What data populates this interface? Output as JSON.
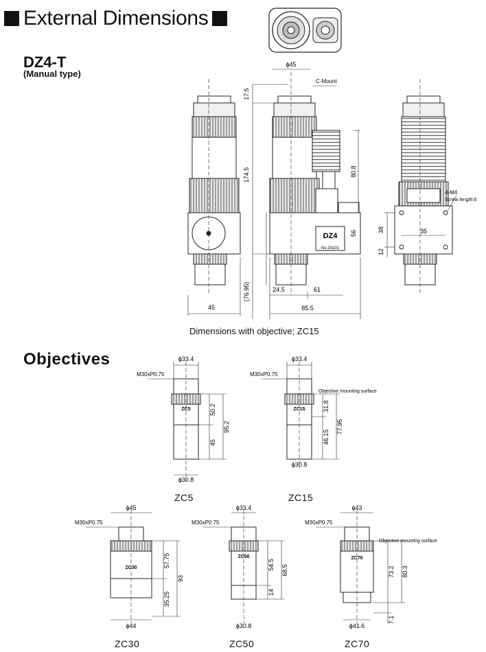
{
  "header": {
    "title": "External Dimensions"
  },
  "product": {
    "model": "DZ4-T",
    "type": "(Manual type)"
  },
  "dz4_drawing": {
    "labels": {
      "phi45": "ϕ45",
      "cmount": "C-Mount",
      "d17_5": "17.5",
      "d174_5": "174.5",
      "d80_8": "80.8",
      "d56": "56",
      "d76_95": "(76.95)",
      "d24_5": "24.5",
      "d61": "61",
      "d85_5": "85.5",
      "d45": "45",
      "m4": "4-M4",
      "screw": "Screw length:6",
      "d38": "38",
      "d35": "35",
      "d12": "12",
      "dz4_badge": "DZ4",
      "serial": "No.20101"
    },
    "caption": "Dimensions with objective; ZC15"
  },
  "objectives_title": "Objectives",
  "objectives": {
    "zc5": {
      "name": "ZC5",
      "top_dia": "ϕ33.4",
      "thread": "M30xP0.75",
      "d1": "50.2",
      "d2": "45",
      "total": "95.2",
      "bottom_dia": "ϕ30.8",
      "badge": "ZC5"
    },
    "zc15": {
      "name": "ZC15",
      "top_dia": "ϕ33.4",
      "thread": "M30xP0.75",
      "surface": "Objective mounting surface",
      "d1": "31.8",
      "d2": "46.15",
      "total": "77.95",
      "bottom_dia": "ϕ30.8",
      "badge": "ZC15"
    },
    "zc30": {
      "name": "ZC30",
      "top_dia": "ϕ45",
      "thread": "M30xP0.75",
      "d1": "57.75",
      "d2": "35.25",
      "total": "93",
      "bottom_dia": "ϕ44",
      "badge": "ZC30"
    },
    "zc50": {
      "name": "ZC50",
      "top_dia": "ϕ33.4",
      "thread": "M30xP0.75",
      "d1": "54.5",
      "d2": "14",
      "total": "68.5",
      "bottom_dia": "ϕ30.8",
      "badge": "ZC50"
    },
    "zc70": {
      "name": "ZC70",
      "top_dia": "ϕ43",
      "thread": "M30xP0.75",
      "surface": "Objective mounting surface",
      "d1": "73.2",
      "d2": "7.1",
      "total": "80.3",
      "bottom_dia": "ϕ41.6",
      "badge": "ZC70"
    }
  }
}
